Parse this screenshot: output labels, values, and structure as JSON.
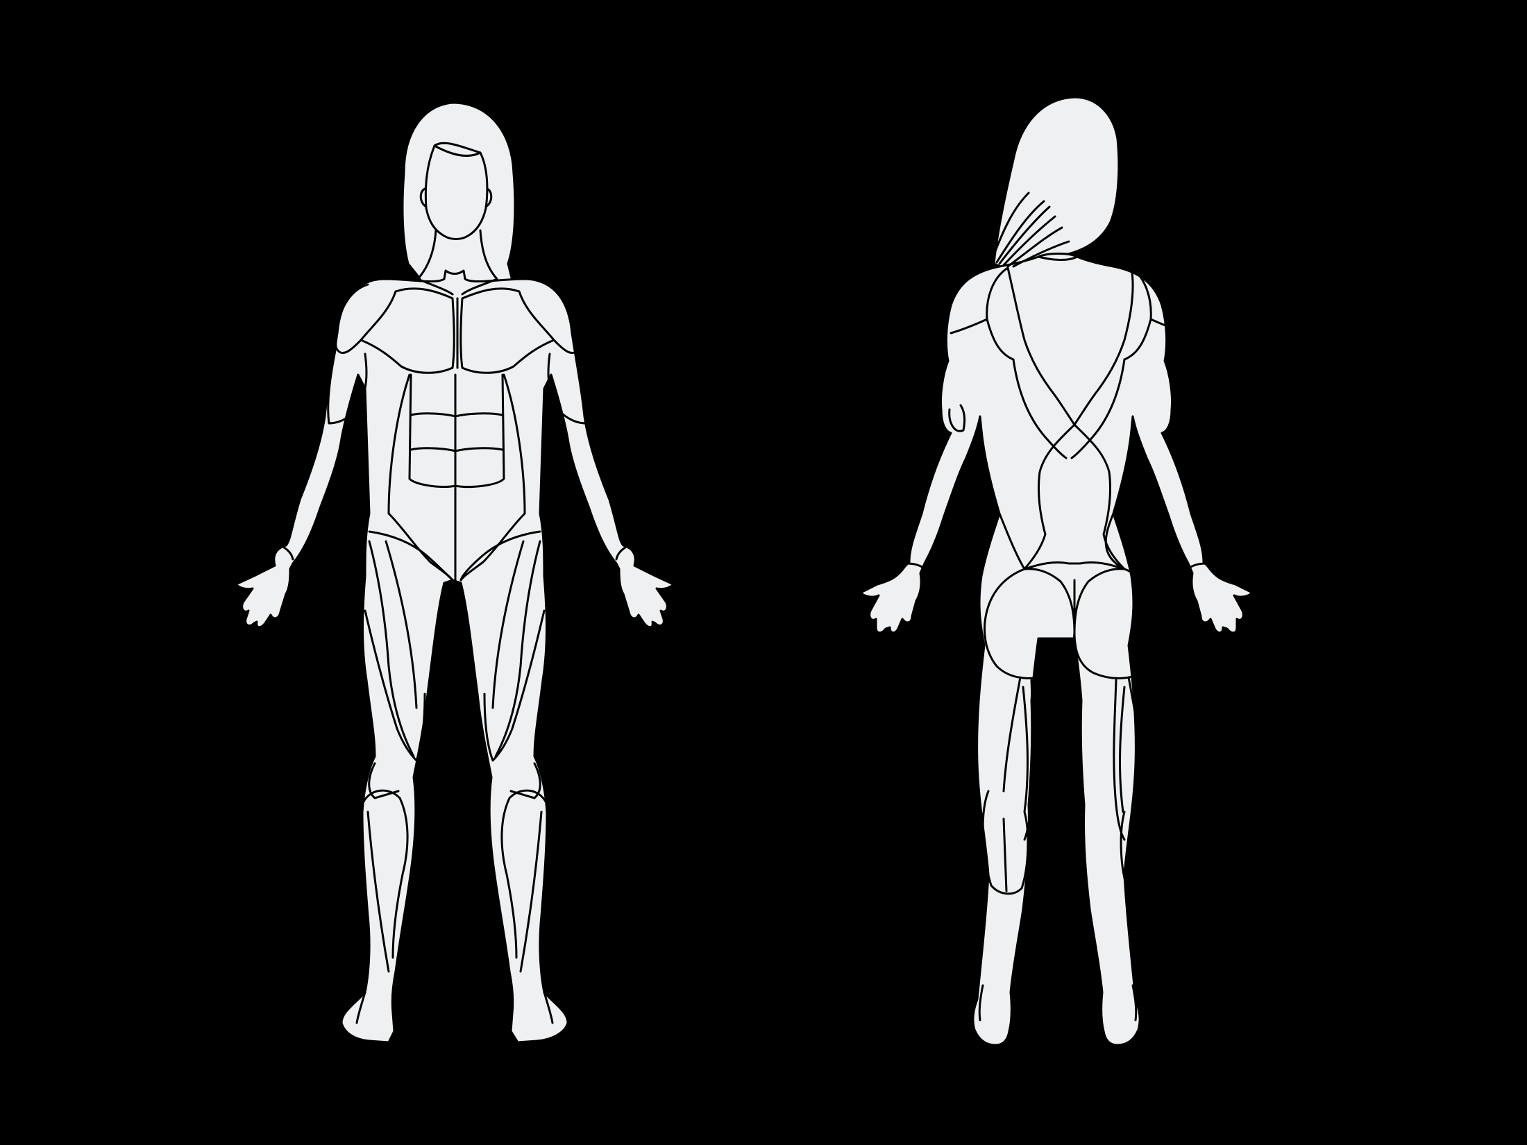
{
  "colors": {
    "background": "#000000",
    "figure_fill": "#eef0f1",
    "outline": "#000000"
  },
  "figures": [
    {
      "id": "front",
      "view": "front",
      "body_type": "female"
    },
    {
      "id": "back",
      "view": "back",
      "body_type": "female"
    }
  ],
  "guide_lines": 5
}
